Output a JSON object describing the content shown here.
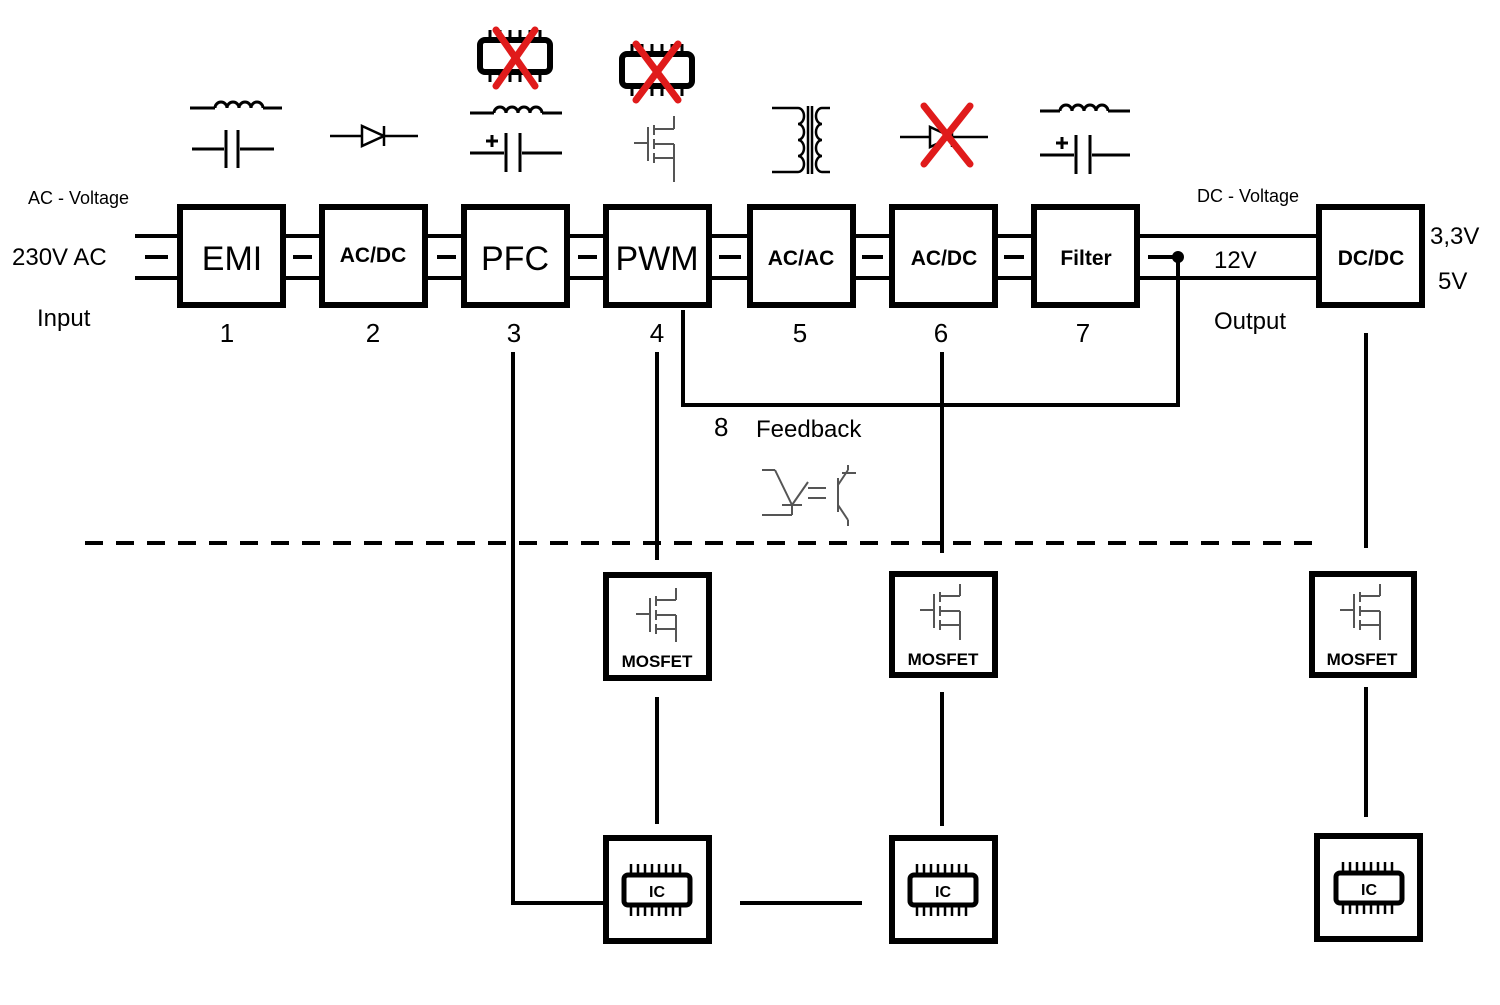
{
  "labels": {
    "ac_voltage": "AC - Voltage",
    "input_voltage": "230V AC",
    "input": "Input",
    "dc_voltage": "DC - Voltage",
    "output_voltage": "12V",
    "output": "Output",
    "out_3v3": "3,3V",
    "out_5v": "5V",
    "feedback_num": "8",
    "feedback": "Feedback"
  },
  "blocks": [
    {
      "label": "EMI",
      "number": "1"
    },
    {
      "label": "AC/DC",
      "number": "2"
    },
    {
      "label": "PFC",
      "number": "3"
    },
    {
      "label": "PWM",
      "number": "4"
    },
    {
      "label": "AC/AC",
      "number": "5"
    },
    {
      "label": "AC/DC",
      "number": "6"
    },
    {
      "label": "Filter",
      "number": "7"
    },
    {
      "label": "DC/DC",
      "number": ""
    }
  ],
  "components": {
    "mosfet_label": "MOSFET",
    "ic_label": "IC"
  },
  "colors": {
    "line": "#000000",
    "cross": "#e01b1b",
    "symbol": "#555555"
  }
}
